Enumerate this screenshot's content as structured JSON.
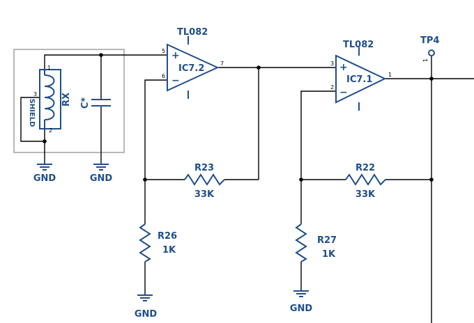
{
  "colors": {
    "component": "#1f4e8c",
    "wire": "#000000",
    "enclosure": "#9a9a9a"
  },
  "labels": {
    "ic2_part": "TL082",
    "ic2_ref": "IC7.2",
    "ic1_part": "TL082",
    "ic1_ref": "IC7.1",
    "tp": "TP4",
    "rx": "RX",
    "shield": "SHIELD",
    "cap": "C*",
    "gnd": "GND",
    "r23": "R23",
    "r23_val": "33K",
    "r22": "R22",
    "r22_val": "33K",
    "r26": "R26",
    "r26_val": "1K",
    "r27": "R27",
    "r27_val": "1K"
  },
  "pins": {
    "ic2_in_plus": "5",
    "ic2_in_minus": "6",
    "ic2_out": "7",
    "ic1_in_plus": "3",
    "ic1_in_minus": "2",
    "ic1_out": "1",
    "rx_1": "1",
    "rx_2": "2",
    "rx_3": "3",
    "tp_1": "1"
  },
  "symbols": {
    "plus": "+",
    "minus": "−"
  }
}
